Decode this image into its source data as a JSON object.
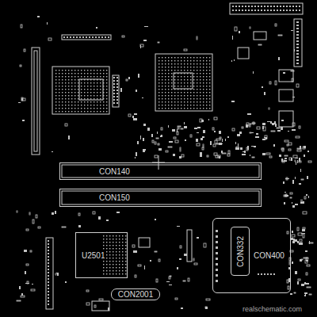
{
  "diagram": {
    "nodes": [
      {
        "text": [
          "CON140"
        ]
      },
      {
        "text": [
          "CON150"
        ]
      },
      {
        "text": [
          "U2501"
        ]
      },
      {
        "text": [
          "CON2001"
        ]
      },
      {
        "text": [
          "CON400"
        ]
      },
      {
        "text": [
          "CON332"
        ],
        "in": 4
      }
    ],
    "labels": [
      "realschematic.com"
    ]
  }
}
